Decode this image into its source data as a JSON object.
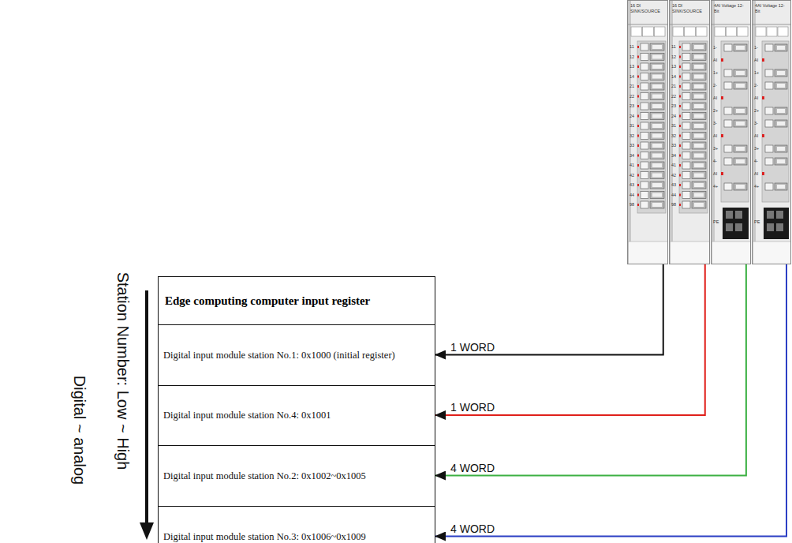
{
  "diagram": {
    "nodes": [
      {
        "text": [
          "16 DI SINK/SOURCE"
        ]
      },
      {
        "text": [
          "16 DI SINK/SOURCE"
        ]
      },
      {
        "text": [
          "4AI Voltage 12-Bit"
        ]
      },
      {
        "text": [
          "4AI Voltage 12-Bit"
        ]
      },
      {
        "text": [
          "Edge computing computer input register"
        ]
      },
      {
        "text": [
          "Digital input module station No.1: 0x1000 (initial register)"
        ],
        "in": 4
      },
      {
        "text": [
          "Digital input module station No.4: 0x1001"
        ],
        "in": 4
      },
      {
        "text": [
          "Digital input module station No.2: 0x1002~0x1005"
        ],
        "in": 4
      },
      {
        "text": [
          "Digital input module station No.3: 0x1006~0x1009"
        ],
        "in": 4
      }
    ],
    "edges": [
      {
        "from": 0,
        "to": 5,
        "arrow": "to",
        "label": "1 WORD"
      },
      {
        "from": 1,
        "to": 6,
        "arrow": "to",
        "label": "1 WORD"
      },
      {
        "from": 2,
        "to": 7,
        "arrow": "to",
        "label": "4 WORD"
      },
      {
        "from": 3,
        "to": 8,
        "arrow": "to",
        "label": "4 WORD"
      }
    ],
    "labels": [
      "Station Number: Low ~ High",
      "Digital ~ analog",
      "11",
      "12",
      "13",
      "14",
      "21",
      "22",
      "23",
      "24",
      "31",
      "32",
      "33",
      "34",
      "41",
      "42",
      "43",
      "44",
      "98",
      "11",
      "12",
      "13",
      "14",
      "21",
      "22",
      "23",
      "24",
      "31",
      "32",
      "33",
      "34",
      "41",
      "42",
      "43",
      "44",
      "98",
      "1-",
      "AI",
      "1+",
      "2-",
      "AI",
      "2+",
      "3-",
      "AI",
      "3+",
      "4-",
      "AI",
      "4+",
      "PE",
      "1-",
      "AI",
      "1+",
      "2-",
      "AI",
      "2+",
      "3-",
      "AI",
      "3+",
      "4-",
      "AI",
      "4+",
      "PE"
    ]
  }
}
